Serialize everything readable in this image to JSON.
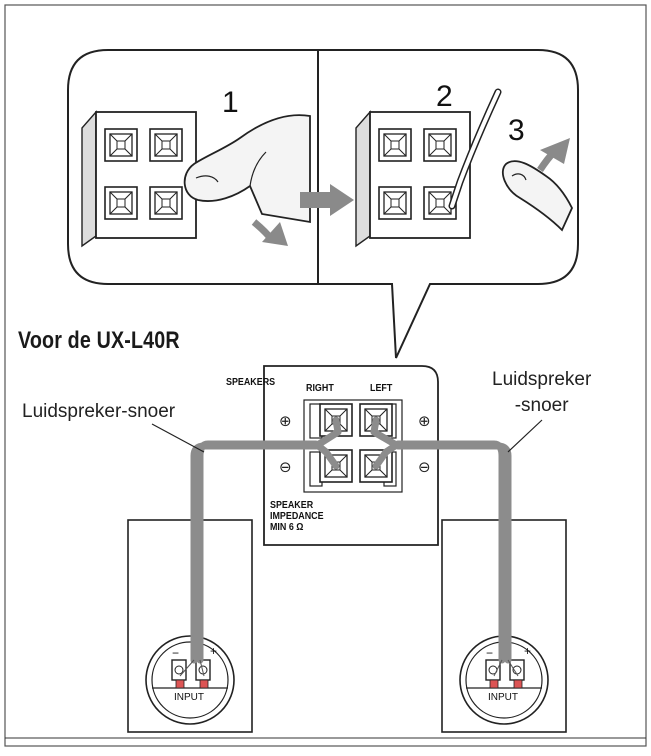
{
  "heading": "Voor de UX-L40R",
  "steps": [
    "1",
    "2",
    "3"
  ],
  "cord_label_left": "Luidspreker-snoer",
  "cord_label_right_line1": "Luidspreker",
  "cord_label_right_line2": "-snoer",
  "terminal_panel": {
    "speakers": "SPEAKERS",
    "right": "RIGHT",
    "left": "LEFT",
    "impedance_line1": "SPEAKER",
    "impedance_line2": "IMPEDANCE",
    "impedance_line3": "MIN 6 Ω",
    "plus": "⊕",
    "minus": "⊖"
  },
  "speaker_input": {
    "label": "INPUT",
    "plus": "+",
    "minus": "−"
  },
  "colors": {
    "line": "#222222",
    "cord": "#8c8c8c",
    "arrow": "#8a8a8a",
    "finger": "#f2f2f2"
  }
}
